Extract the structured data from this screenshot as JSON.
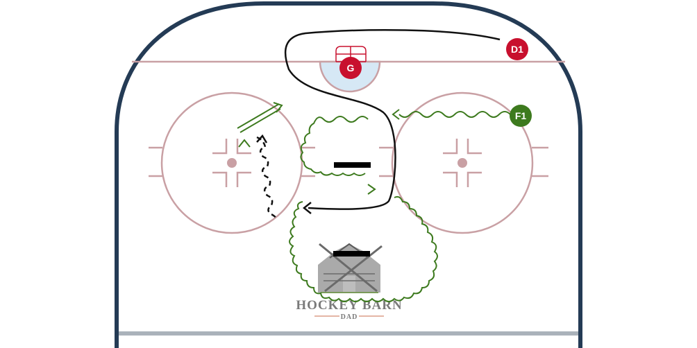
{
  "players": {
    "d1": {
      "label": "D1",
      "color": "#c8102e"
    },
    "g": {
      "label": "G",
      "color": "#c8102e"
    },
    "f1": {
      "label": "F1",
      "color": "#3d7a1e"
    }
  },
  "logo": {
    "name": "HOCKEY BARN",
    "sub": "DAD"
  },
  "colors": {
    "boards": "#243b55",
    "lines": "#c9a0a4",
    "crease": "#d6e8f5",
    "forward_path": "#3d7a1e",
    "defense_path": "#111111",
    "bottom_line": "#aab2ba"
  }
}
